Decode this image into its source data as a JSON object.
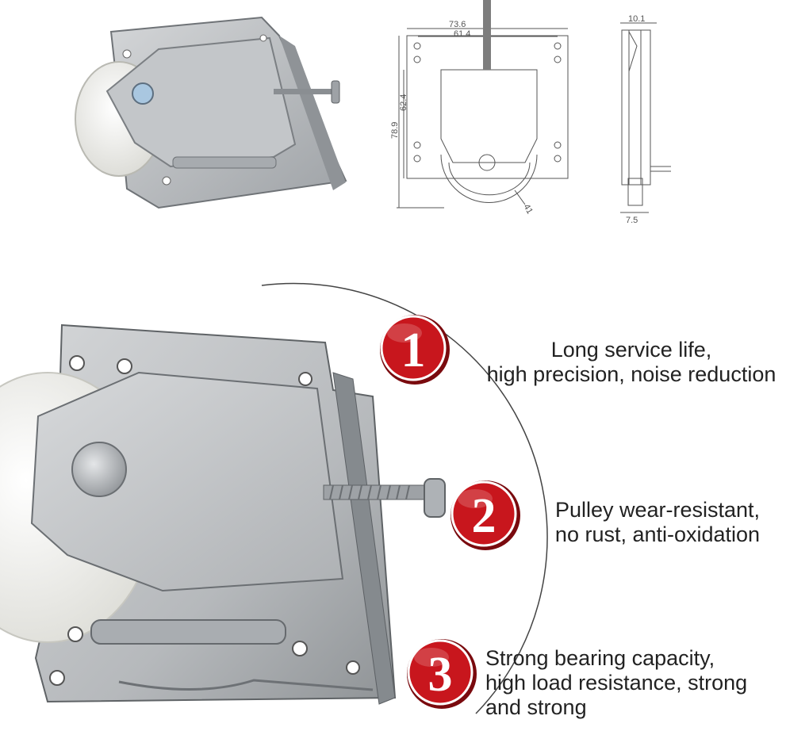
{
  "drawing": {
    "dim_width_outer": "73.6",
    "dim_width_inner": "61.4",
    "dim_height_outer": "78.9",
    "dim_height_inner": "62.4",
    "dim_wheel": "41",
    "dim_side_top": "10.1",
    "dim_side_bottom": "7.5"
  },
  "features": [
    {
      "number": "1",
      "text": "Long service life,\nhigh precision, noise reduction"
    },
    {
      "number": "2",
      "text": "Pulley wear-resistant,\nno rust, anti-oxidation"
    },
    {
      "number": "3",
      "text": "Strong bearing capacity,\nhigh load resistance, strong\nand strong"
    }
  ],
  "colors": {
    "badge_red": "#c8161d",
    "badge_dark": "#7a0a0e",
    "metal": "#b9bcbf",
    "plate": "#c9ccce",
    "wheel": "#f2f2ee"
  }
}
